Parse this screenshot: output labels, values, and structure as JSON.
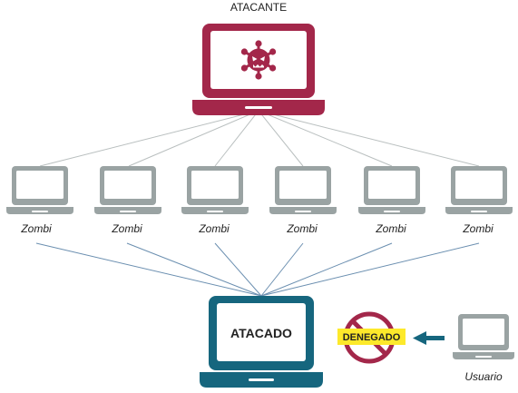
{
  "diagram": {
    "attacker_label": "ATACANTE",
    "zombie_labels": [
      "Zombi",
      "Zombi",
      "Zombi",
      "Zombi",
      "Zombi",
      "Zombi"
    ],
    "target_label": "ATACADO",
    "denied_label": "DENEGADO",
    "user_label": "Usuario",
    "icons": {
      "attacker": "virus-icon",
      "blocked": "prohibited-icon",
      "request": "arrow-left-icon"
    },
    "colors": {
      "attacker": "#a3274a",
      "zombie": "#9aa3a3",
      "target": "#16667e",
      "blocked": "#a3274a",
      "denied_badge": "#fde92b",
      "arrow": "#16667e",
      "user": "#9aa3a3",
      "link_top": "#b9bfbf",
      "link_bottom": "#6b8fb0"
    }
  }
}
